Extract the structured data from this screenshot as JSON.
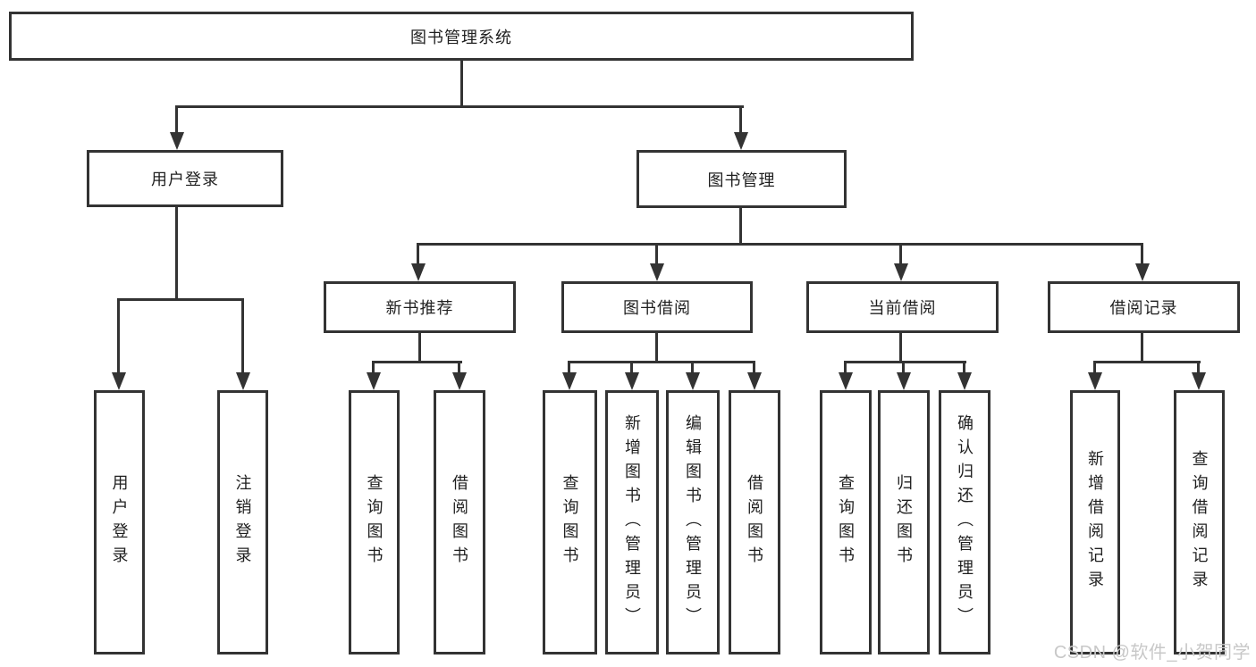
{
  "diagram": {
    "root": {
      "label": "图书管理系统"
    },
    "branches": [
      {
        "label": "用户登录",
        "children": [
          {
            "label": "用户登录"
          },
          {
            "label": "注销登录"
          }
        ]
      },
      {
        "label": "图书管理",
        "children": [
          {
            "label": "新书推荐",
            "children": [
              {
                "label": "查询图书"
              },
              {
                "label": "借阅图书"
              }
            ]
          },
          {
            "label": "图书借阅",
            "children": [
              {
                "label": "查询图书"
              },
              {
                "label": "新增图书（管理员）"
              },
              {
                "label": "编辑图书（管理员）"
              },
              {
                "label": "借阅图书"
              }
            ]
          },
          {
            "label": "当前借阅",
            "children": [
              {
                "label": "查询图书"
              },
              {
                "label": "归还图书"
              },
              {
                "label": "确认归还（管理员）"
              }
            ]
          },
          {
            "label": "借阅记录",
            "children": [
              {
                "label": "新增借阅记录"
              },
              {
                "label": "查询借阅记录"
              }
            ]
          }
        ]
      }
    ],
    "watermark": "CSDN @软件_小贺同学",
    "colors": {
      "line": "#333333",
      "text": "#1f1f1f",
      "background": "#ffffff",
      "watermark": "#c8c8c8"
    }
  }
}
